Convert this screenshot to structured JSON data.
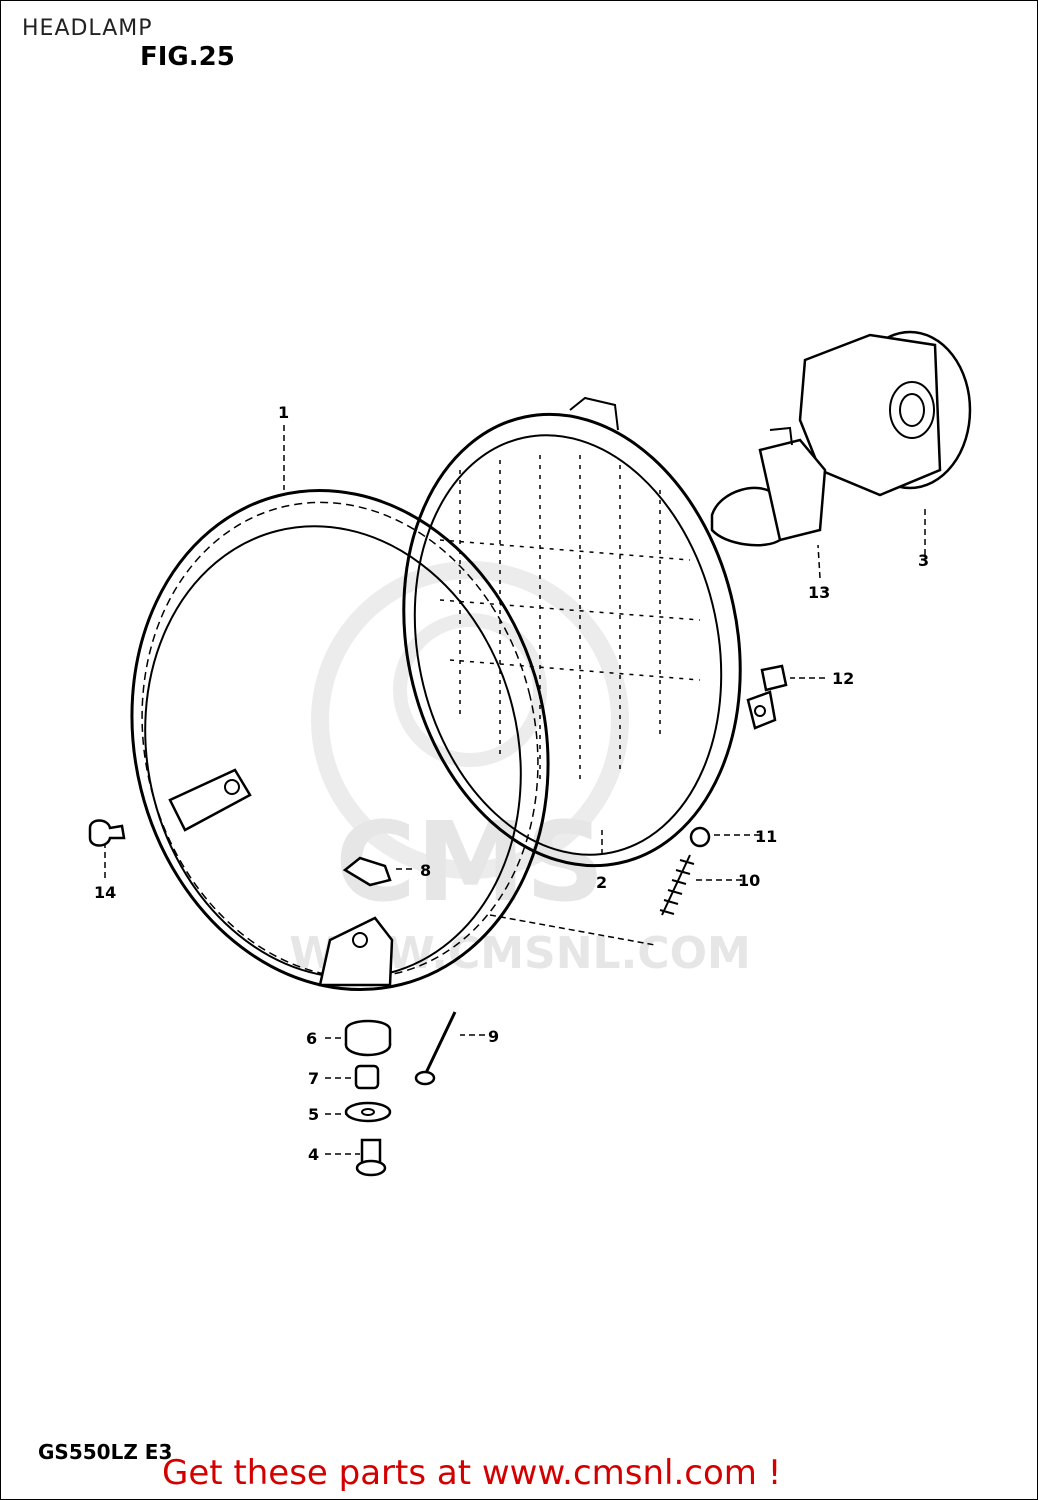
{
  "header": {
    "title": "HEADLAMP",
    "figure": "FIG.25"
  },
  "watermark": {
    "brand": "CMS",
    "url": "WWW.CMSNL.COM"
  },
  "callouts": [
    {
      "id": "c1",
      "label": "1"
    },
    {
      "id": "c2",
      "label": "2"
    },
    {
      "id": "c3",
      "label": "3"
    },
    {
      "id": "c4",
      "label": "4"
    },
    {
      "id": "c5",
      "label": "5"
    },
    {
      "id": "c6",
      "label": "6"
    },
    {
      "id": "c7",
      "label": "7"
    },
    {
      "id": "c8",
      "label": "8"
    },
    {
      "id": "c9",
      "label": "9"
    },
    {
      "id": "c10",
      "label": "10"
    },
    {
      "id": "c11",
      "label": "11"
    },
    {
      "id": "c12",
      "label": "12"
    },
    {
      "id": "c13",
      "label": "13"
    },
    {
      "id": "c14",
      "label": "14"
    }
  ],
  "footer": {
    "model": "GS550LZ E3",
    "banner": "Get these parts at www.cmsnl.com !"
  },
  "colors": {
    "banner": "#d40000",
    "line": "#000000",
    "watermark": "#e6e6e6"
  }
}
